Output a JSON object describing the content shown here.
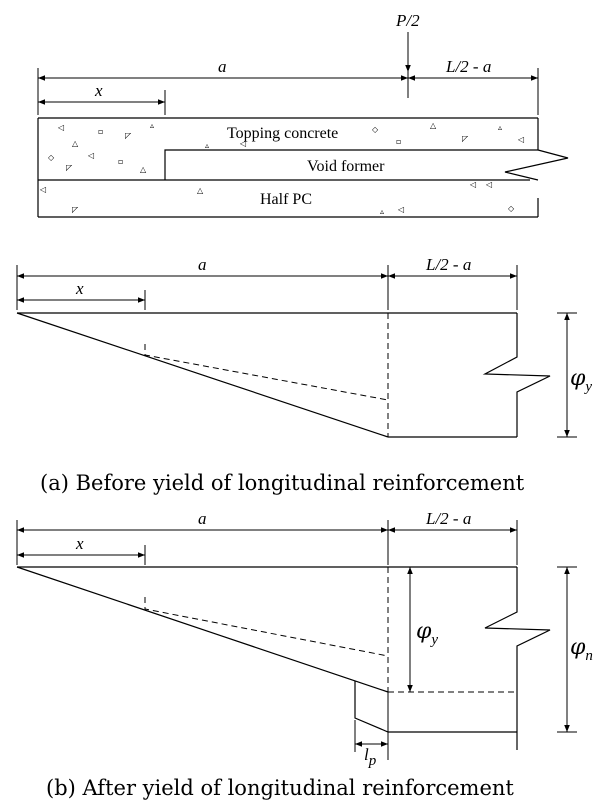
{
  "section": {
    "load_label": "P/2",
    "dim_a": "a",
    "dim_rest": "L/2 - a",
    "dim_x": "x",
    "layer_top": "Topping concrete",
    "layer_void": "Void former",
    "layer_bottom": "Half PC"
  },
  "panel_a": {
    "dim_a": "a",
    "dim_rest": "L/2 - a",
    "dim_x": "x",
    "phi_y": "φ",
    "phi_y_sub": "y",
    "caption": "(a) Before yield of longitudinal reinforcement"
  },
  "panel_b": {
    "dim_a": "a",
    "dim_rest": "L/2 - a",
    "dim_x": "x",
    "phi_y": "φ",
    "phi_y_sub": "y",
    "phi_n": "φ",
    "phi_n_sub": "n",
    "lp": "l",
    "lp_sub": "p",
    "caption": "(b) After yield of longitudinal reinforcement"
  }
}
